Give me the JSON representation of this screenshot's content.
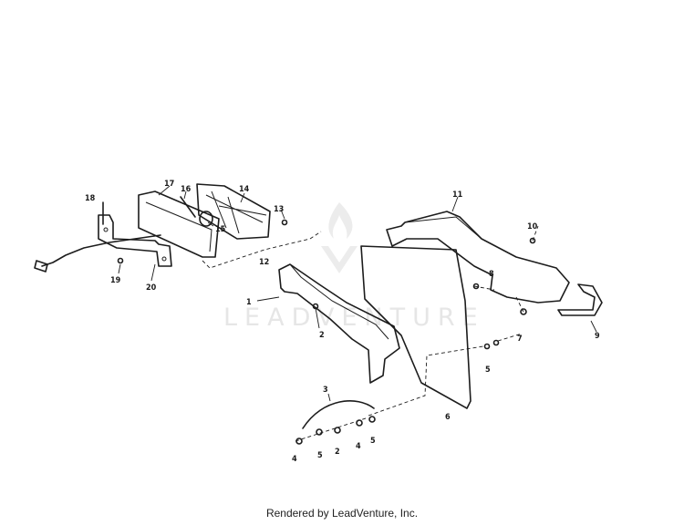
{
  "watermark": {
    "brand": "LEADVENTURE"
  },
  "callouts": [
    "1",
    "2",
    "3",
    "4",
    "5",
    "6",
    "7",
    "8",
    "9",
    "10",
    "11",
    "12",
    "13",
    "14",
    "15",
    "16",
    "17",
    "18",
    "19",
    "20"
  ],
  "diagram_labels": {
    "l1": "1",
    "l2": "2",
    "l3": "3",
    "l4": "4",
    "l5a": "5",
    "l5b": "5",
    "l5c": "5",
    "l2b": "2",
    "l4b": "4",
    "l6": "6",
    "l7": "7",
    "l8": "8",
    "l9": "9",
    "l10": "10",
    "l11": "11",
    "l12": "12",
    "l13": "13",
    "l14": "14",
    "l15": "15",
    "l16": "16",
    "l17": "17",
    "l18": "18",
    "l19": "19",
    "l20": "20"
  },
  "footer": {
    "text": "Rendered by LeadVenture, Inc."
  }
}
